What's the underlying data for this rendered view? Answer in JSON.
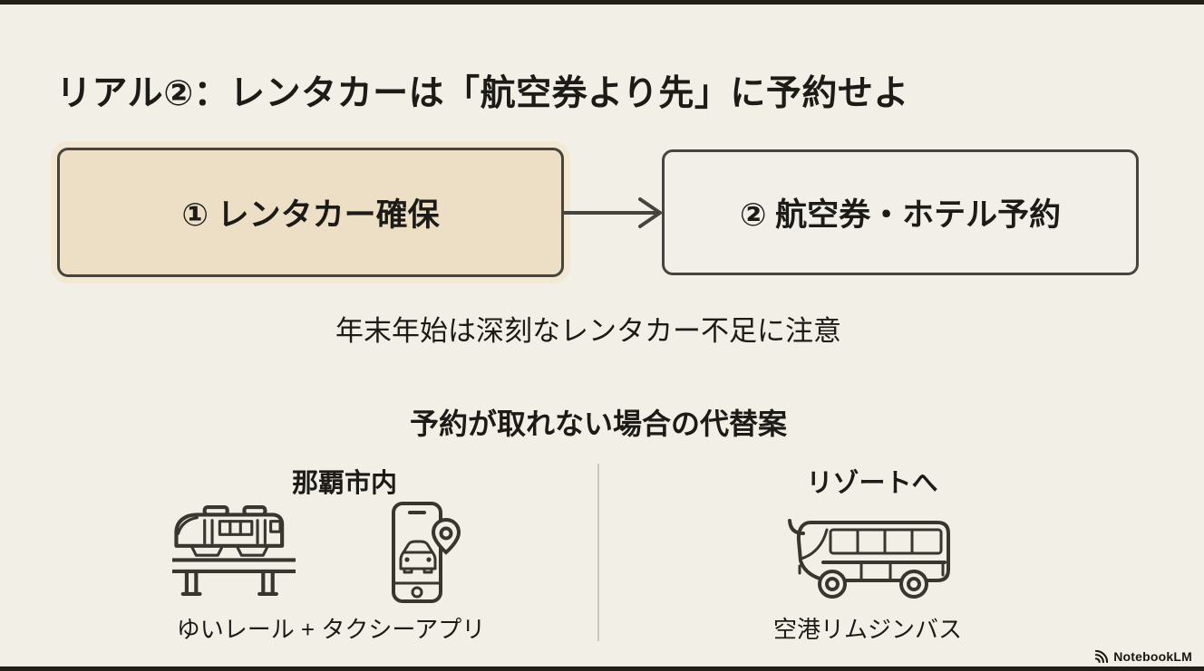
{
  "slide": {
    "title": "リアル②：レンタカーは「航空券より先」に予約せよ",
    "flow": {
      "step1_label": "① レンタカー確保",
      "step2_label": "② 航空券・ホテル予約",
      "caption": "年末年始は深刻なレンタカー不足に注意"
    },
    "alternatives": {
      "heading": "予約が取れない場合の代替案",
      "columns": [
        {
          "heading": "那覇市内",
          "label": "ゆいレール + タクシーアプリ",
          "icons": [
            "monorail-icon",
            "taxi-app-icon"
          ]
        },
        {
          "heading": "リゾートへ",
          "label": "空港リムジンバス",
          "icons": [
            "limousine-bus-icon"
          ]
        }
      ]
    },
    "watermark": "NotebookLM",
    "colors": {
      "background": "#f2efe7",
      "highlight_box_fill": "#ecdfc5",
      "highlight_box_halo": "#f2e8d3",
      "box_border": "#45443e",
      "text": "#1c1b17",
      "divider": "#c9c8c2",
      "icon_stroke": "#38362f"
    }
  }
}
